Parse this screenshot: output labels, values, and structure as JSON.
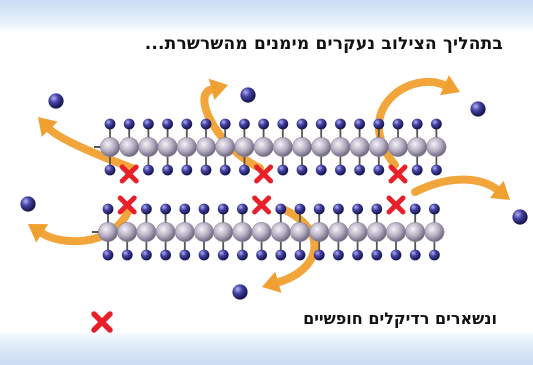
{
  "title": "בתהליך הצילוב נעקרים מימנים מהשרשרת...",
  "caption": "ונשארים רדיקלים חופשיים",
  "legend": {
    "marker": "free-radical-x-mark"
  },
  "colors": {
    "carbon": "#b8b0c4",
    "hydrogen": "#3a3794",
    "bond": "#555555",
    "arrow": "#f0a030",
    "radical": "#e8202a",
    "band": "#c9dcf2"
  },
  "diagram": {
    "chains": 2,
    "carbons_per_chain": 18,
    "radicals_per_chain": 3,
    "detached_hydrogens": 6
  }
}
